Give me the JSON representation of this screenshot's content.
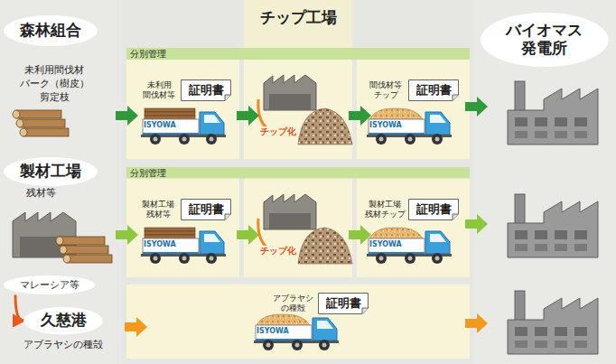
{
  "diagram": {
    "nodes": [
      {
        "text": [
          "森林組合"
        ]
      },
      {
        "text": [
          "バイオマス 発電所"
        ]
      },
      {
        "text": [
          "分別管理"
        ]
      },
      {
        "text": [
          "証明書"
        ]
      },
      {
        "text": [
          "証明書"
        ]
      },
      {
        "text": [
          "製材工場"
        ]
      },
      {
        "text": [
          "分別管理"
        ]
      },
      {
        "text": [
          "証明書"
        ]
      },
      {
        "text": [
          "証明書"
        ]
      },
      {
        "text": [
          "マレーシア等"
        ]
      },
      {
        "text": [
          "久慈港"
        ]
      },
      {
        "text": [
          "証明書"
        ]
      }
    ],
    "edges": [
      {
        "from": 9,
        "to": 10,
        "arrow": "to"
      }
    ],
    "labels": [
      "チップ工場",
      "未利用間伐材",
      "バーク（樹皮）",
      "剪定枝",
      "未利用",
      "間伐材等",
      "ISYOWA",
      "チップ化",
      "間伐材等",
      "チップ",
      "ISYOWA",
      "残材等",
      "製材工場",
      "残材等",
      "ISYOWA",
      "チップ化",
      "製材工場",
      "残材チップ",
      "ISYOWA",
      "アブラヤシ",
      "の種殻",
      "ISYOWA",
      "アブラヤシの種殻"
    ]
  }
}
